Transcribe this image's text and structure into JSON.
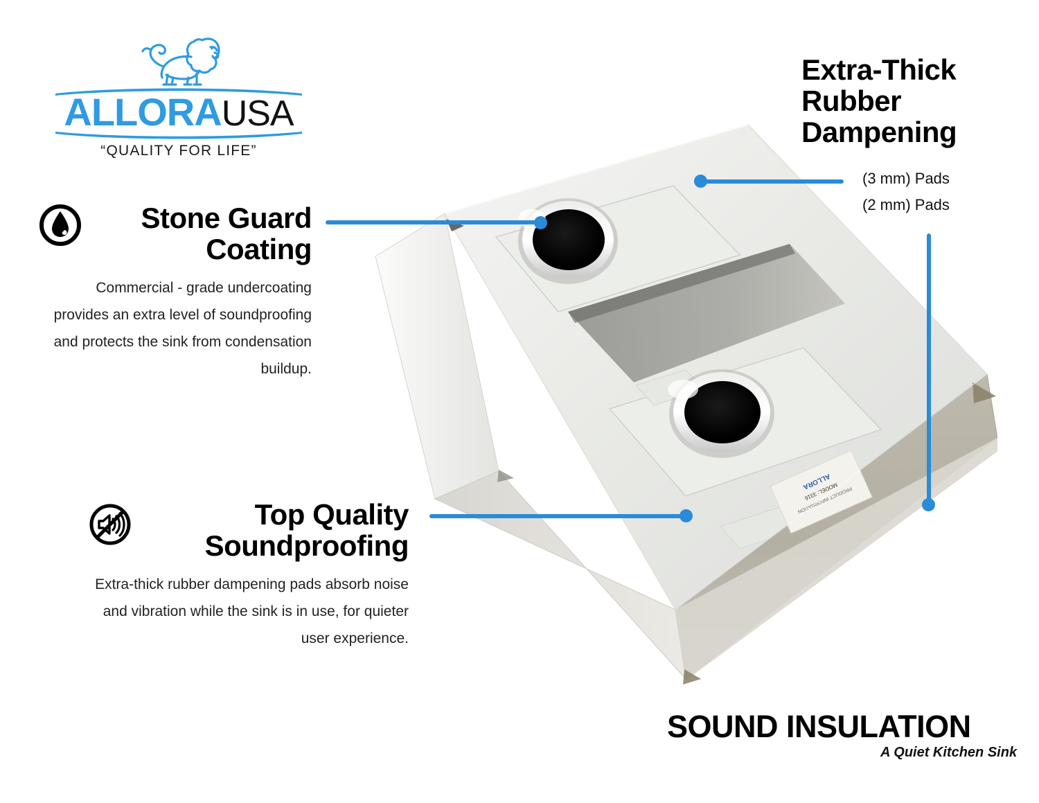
{
  "brand": {
    "name_primary": "ALLORA",
    "name_secondary": "USA",
    "tagline": "“QUALITY FOR LIFE”",
    "logo_icon": "lion-icon",
    "brand_blue": "#2e9be2"
  },
  "accent": {
    "callout_blue": "#2a8bd8"
  },
  "features": [
    {
      "id": "stone-guard",
      "icon": "water-drop-icon",
      "title": "Stone Guard Coating",
      "body": "Commercial - grade undercoating provides an extra level of soundproofing and protects the sink from condensation buildup."
    },
    {
      "id": "soundproofing",
      "icon": "mute-speaker-icon",
      "title": "Top Quality Soundproofing",
      "body": "Extra-thick rubber dampening pads absorb noise and vibration while the sink is in use, for quieter user experience."
    }
  ],
  "right_feature": {
    "title": "Extra-Thick Rubber Dampening",
    "pads": [
      {
        "label": "(3 mm) Pads"
      },
      {
        "label": "(2 mm) Pads"
      }
    ]
  },
  "footer": {
    "title": "SOUND INSULATION",
    "subtitle": "A Quiet Kitchen Sink"
  },
  "product": {
    "description": "Underside of a double-bowl stainless steel kitchen sink with white stone-guard undercoating, two drain openings with metal rims, rectangular rubber dampening pads, and a small Allora product label on the side panel."
  }
}
